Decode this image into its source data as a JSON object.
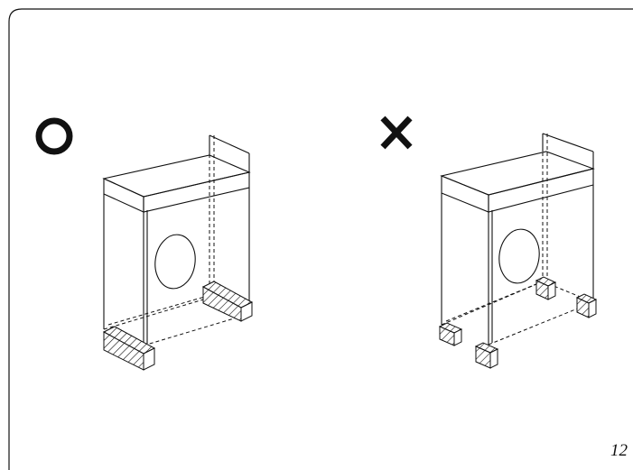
{
  "page": {
    "page_number": "12",
    "correct": {
      "mark": "correct-mark"
    },
    "incorrect": {
      "mark": "incorrect-mark"
    }
  },
  "colors": {
    "ink": "#111111",
    "paper": "#ffffff"
  }
}
